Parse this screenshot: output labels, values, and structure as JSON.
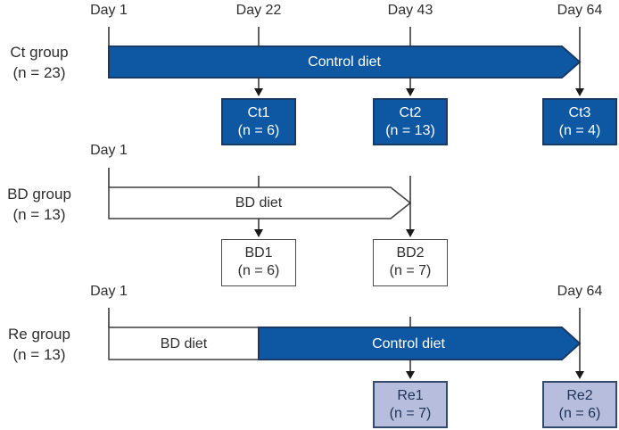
{
  "figure_type": "study-design-timeline",
  "colors": {
    "bar_blue": "#0d57a3",
    "bar_blue_border": "#1a3a66",
    "bar_white": "#ffffff",
    "bar_white_border": "#3d3d3d",
    "box_lavender": "#b7bedd",
    "box_lavender_border": "#344a6d",
    "line": "#2d2d2d",
    "text_dark": "#2e2e2e",
    "text_on_blue": "#ffffff"
  },
  "rows": [
    {
      "group_label": [
        "Ct group",
        "(n = 23)"
      ],
      "days": [
        "Day 1",
        "Day 22",
        "Day 43",
        "Day 64"
      ],
      "bars": [
        {
          "label": "Control diet",
          "style": "blue"
        }
      ],
      "boxes": [
        {
          "title": "Ct1",
          "subtitle": "(n = 6)"
        },
        {
          "title": "Ct2",
          "subtitle": "(n = 13)"
        },
        {
          "title": "Ct3",
          "subtitle": "(n = 4)"
        }
      ]
    },
    {
      "group_label": [
        "BD group",
        "(n = 13)"
      ],
      "days": [
        "Day 1"
      ],
      "bars": [
        {
          "label": "BD diet",
          "style": "white"
        }
      ],
      "boxes": [
        {
          "title": "BD1",
          "subtitle": "(n = 6)"
        },
        {
          "title": "BD2",
          "subtitle": "(n = 7)"
        }
      ]
    },
    {
      "group_label": [
        "Re group",
        "(n = 13)"
      ],
      "days": [
        "Day 1",
        "Day 64"
      ],
      "bars": [
        {
          "label": "BD diet",
          "style": "white"
        },
        {
          "label": "Control diet",
          "style": "blue"
        }
      ],
      "boxes": [
        {
          "title": "Re1",
          "subtitle": "(n = 7)"
        },
        {
          "title": "Re2",
          "subtitle": "(n = 6)"
        }
      ]
    }
  ]
}
